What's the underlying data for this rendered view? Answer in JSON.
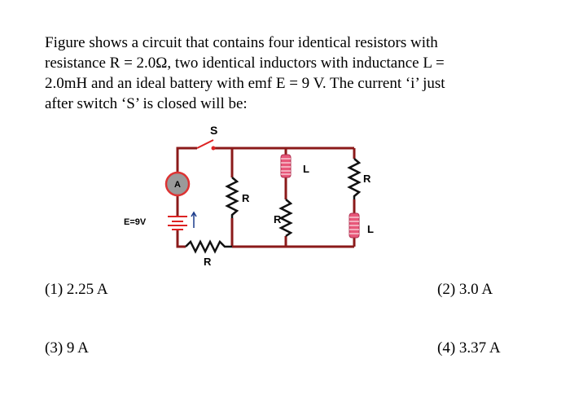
{
  "question": {
    "lines": [
      "Figure shows a circuit that contains four identical resistors with",
      "resistance R = 2.0Ω, two identical inductors with inductance L =",
      "2.0mH and an ideal battery with emf E = 9 V. The current ‘i’ just",
      "after switch ‘S’ is closed will be:"
    ]
  },
  "circuit": {
    "switch_label": "S",
    "ammeter_label": "A",
    "battery_label": "E=9V",
    "resistor_label": "R",
    "inductor_label": "L",
    "wire_color": "#8b1a1a",
    "coil_color": "#e8587a"
  },
  "options": [
    {
      "text": "(1) 2.25 A"
    },
    {
      "text": "(2) 3.0 A"
    },
    {
      "text": "(3)  9 A"
    },
    {
      "text": "(4) 3.37 A"
    }
  ]
}
